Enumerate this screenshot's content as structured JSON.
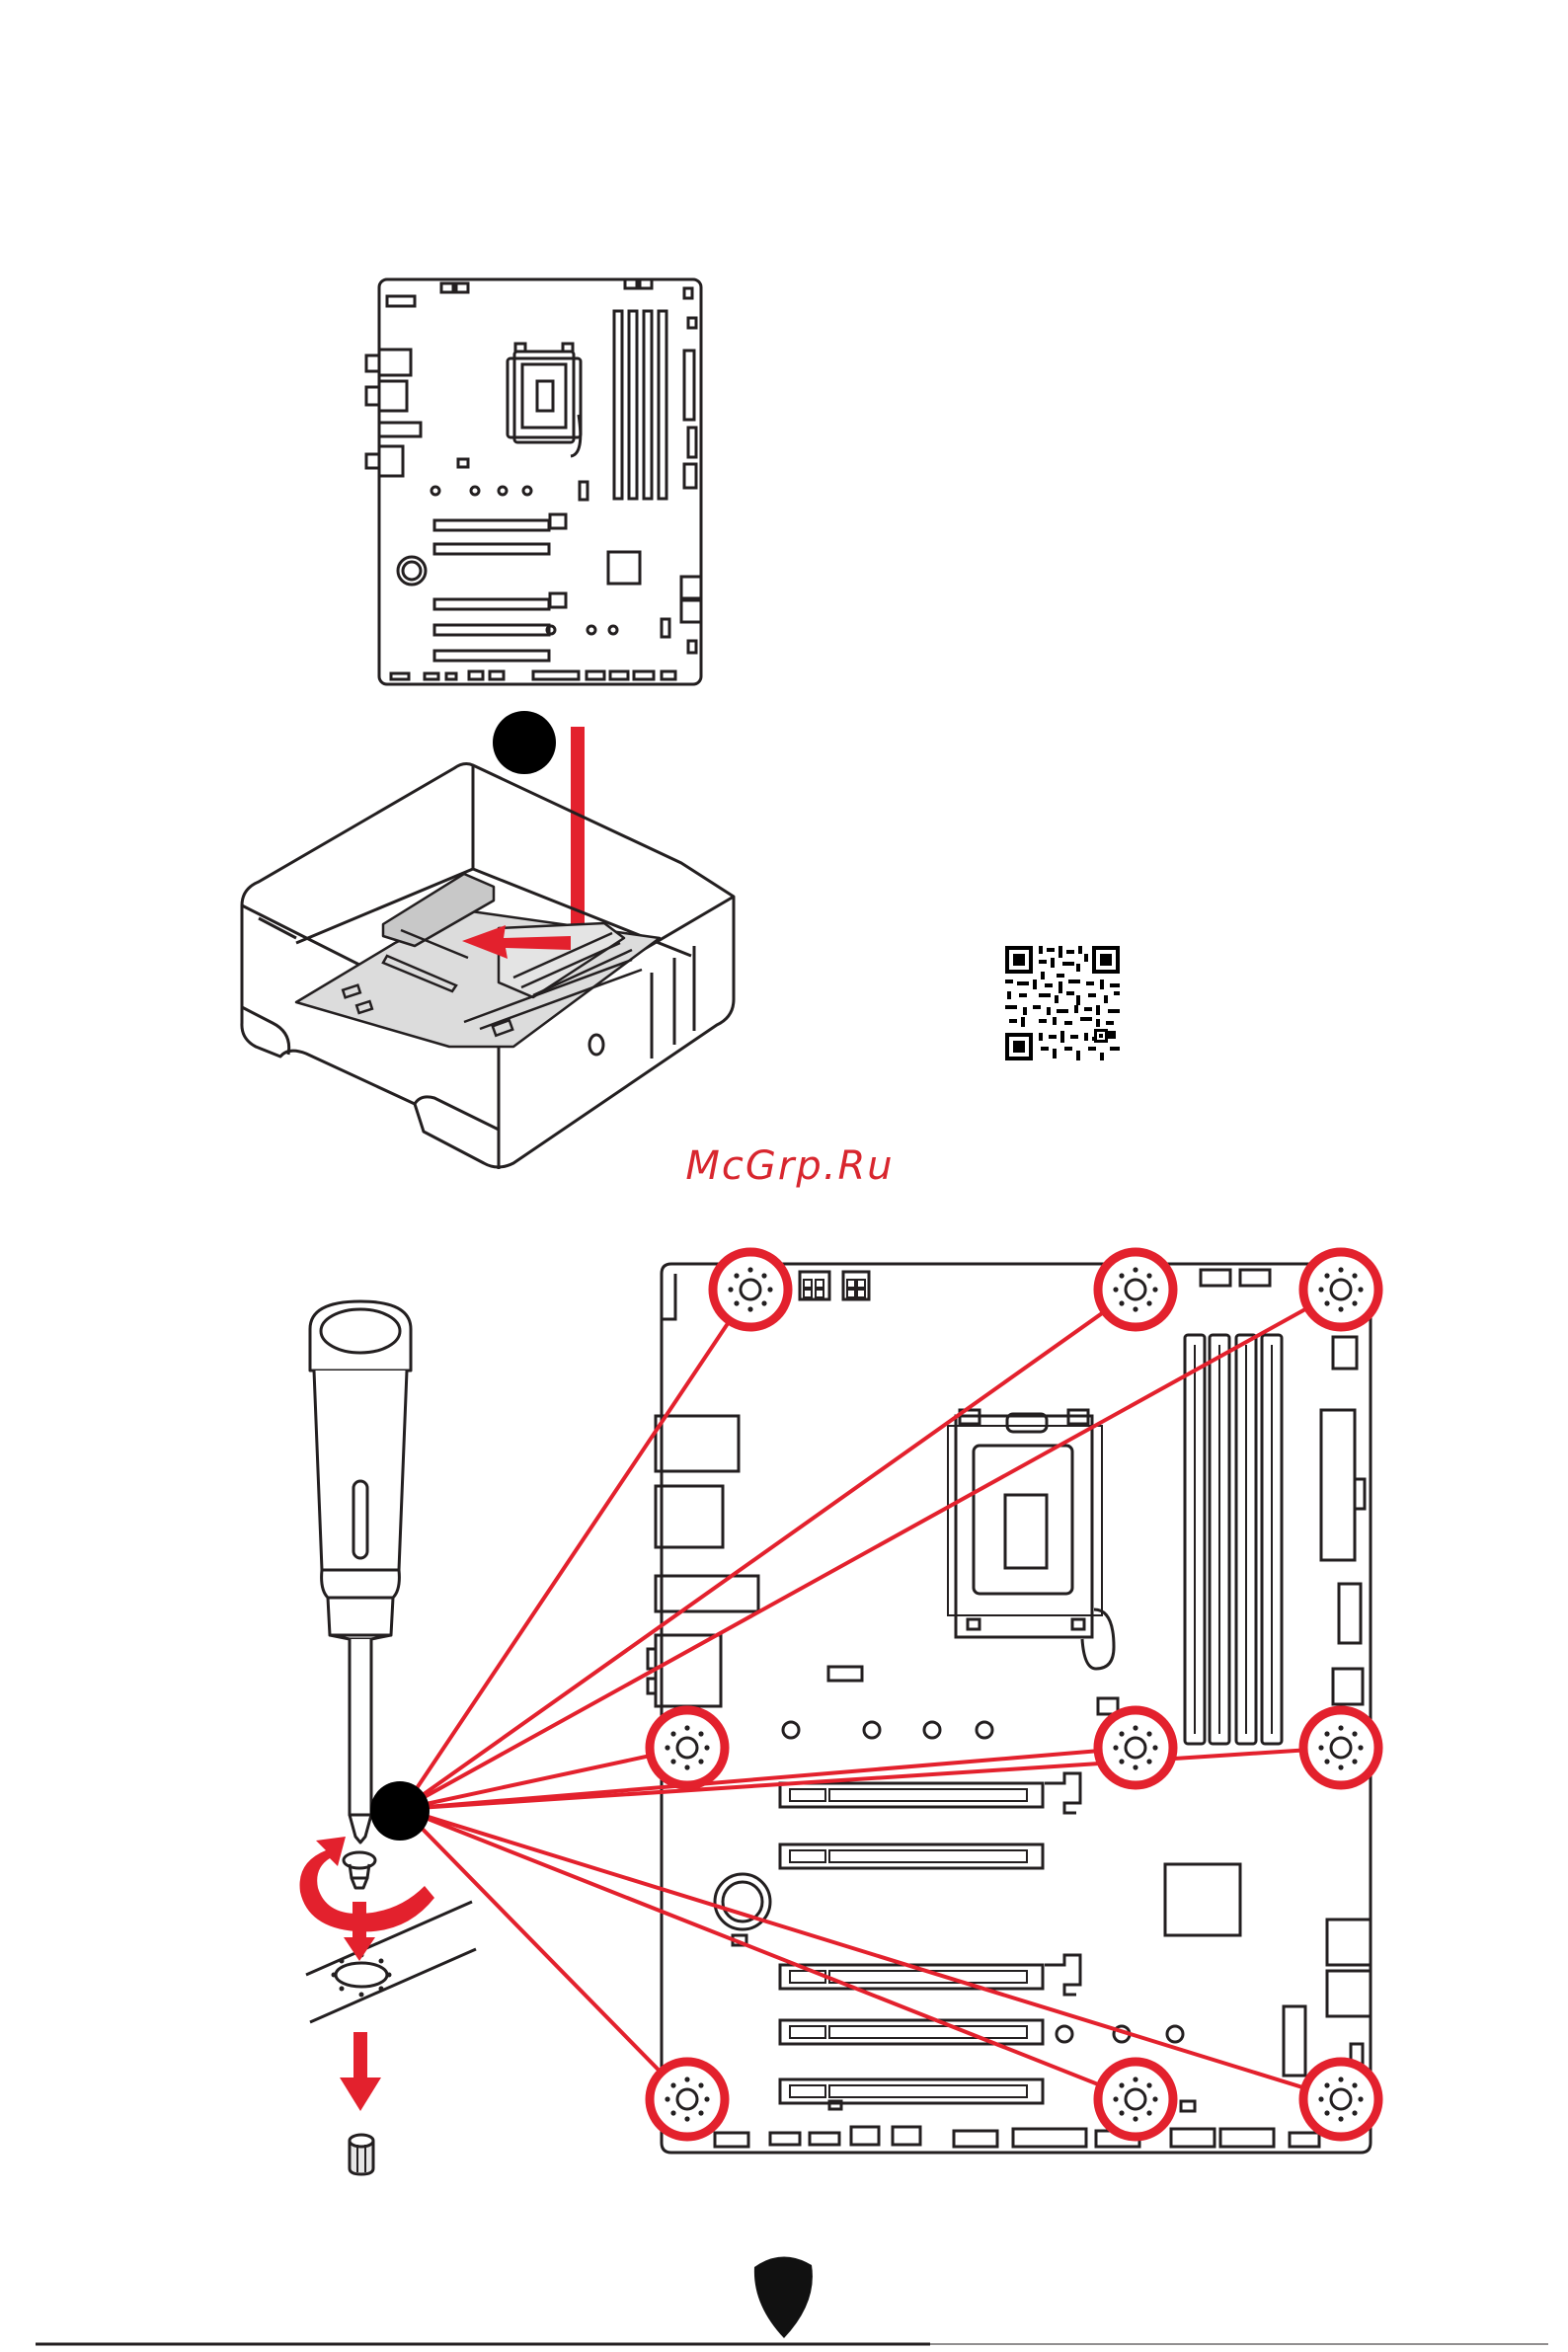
{
  "watermark": "McGrp.Ru",
  "colors": {
    "accent": "#e3212d",
    "line": "#231f20",
    "shade": "#d9d9d9"
  },
  "icons": {
    "step_marker": "black-circle",
    "mount_point": "standoff-target-icon",
    "qr": "qr-code",
    "footer": "shield-logo"
  },
  "mounting_points_count": 9
}
